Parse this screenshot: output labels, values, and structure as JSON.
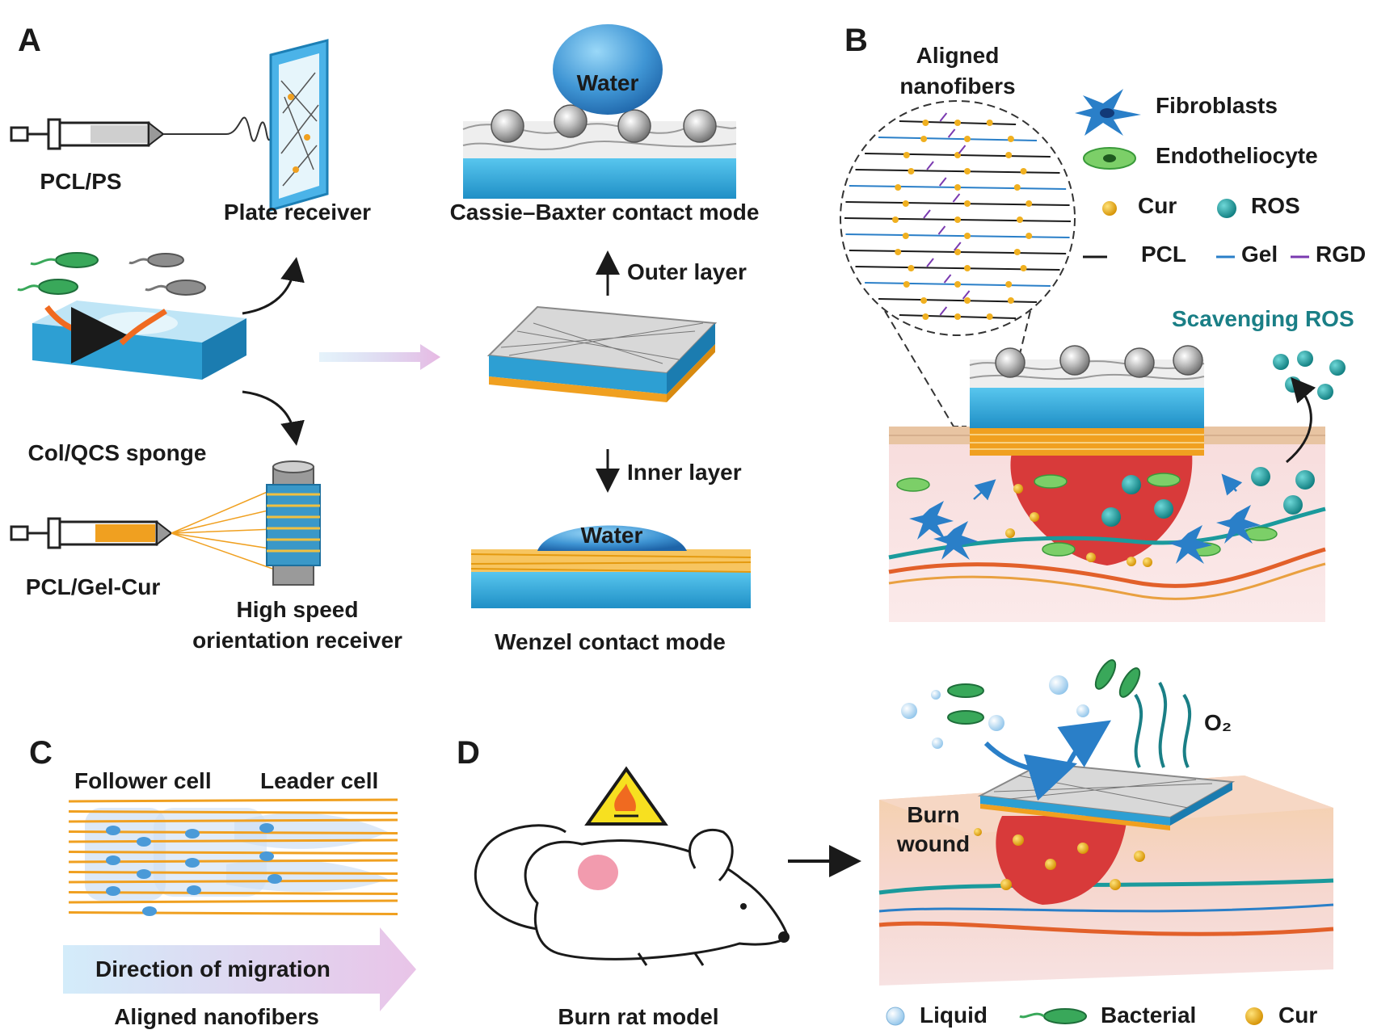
{
  "panels": {
    "a": "A",
    "b": "B",
    "c": "C",
    "d": "D"
  },
  "panel_a": {
    "spinning_1": "PCL/PS",
    "receiver_1": "Plate receiver",
    "sponge": "Col/QCS sponge",
    "spinning_2": "PCL/Gel-Cur",
    "receiver_2_line1": "High speed",
    "receiver_2_line2": "orientation receiver",
    "water_top": "Water",
    "cassie": "Cassie–Baxter contact mode",
    "outer": "Outer layer",
    "inner": "Inner layer",
    "water_bottom": "Water",
    "wenzel": "Wenzel contact mode"
  },
  "panel_b": {
    "aligned_line1": "Aligned",
    "aligned_line2": "nanofibers",
    "legend_fibroblasts": "Fibroblasts",
    "legend_endothelio": "Endotheliocyte",
    "legend_cur": "Cur",
    "legend_ros": "ROS",
    "legend_pcl": "PCL",
    "legend_gel": "Gel",
    "legend_rgd": "RGD",
    "scavenging": "Scavenging ROS"
  },
  "panel_c": {
    "follower": "Follower cell",
    "leader": "Leader cell",
    "direction": "Direction of migration",
    "caption": "Aligned nanofibers"
  },
  "panel_d": {
    "rat_caption": "Burn rat model",
    "burn_line1": "Burn",
    "burn_line2": "wound",
    "o2": "O₂",
    "legend_liquid": "Liquid",
    "legend_bacterial": "Bacterial",
    "legend_cur": "Cur"
  },
  "colors": {
    "water_blue": "#2aa3d8",
    "orange_fiber": "#f0a020",
    "teal_ros": "#1a9a9c",
    "wound_red": "#d83a3a",
    "bacteria_green": "#39a85a",
    "gel_blue": "#2a7fc8",
    "rgd_purple": "#7a3ab0"
  }
}
